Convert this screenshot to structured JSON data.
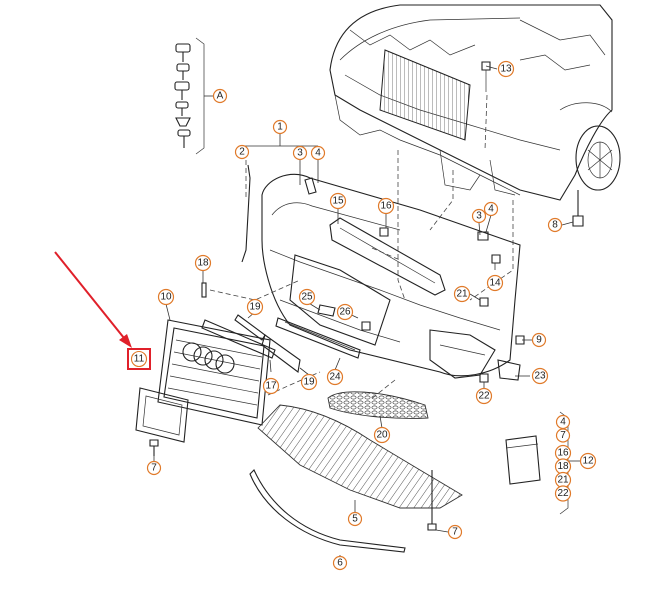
{
  "diagram": {
    "callouts": [
      {
        "id": "c1",
        "label": "1"
      },
      {
        "id": "c2",
        "label": "2"
      },
      {
        "id": "c3a",
        "label": "3"
      },
      {
        "id": "c4a",
        "label": "4"
      },
      {
        "id": "c3b",
        "label": "3"
      },
      {
        "id": "c4b",
        "label": "4"
      },
      {
        "id": "c5",
        "label": "5"
      },
      {
        "id": "c6",
        "label": "6"
      },
      {
        "id": "c7a",
        "label": "7"
      },
      {
        "id": "c7b",
        "label": "7"
      },
      {
        "id": "c8",
        "label": "8"
      },
      {
        "id": "c9",
        "label": "9"
      },
      {
        "id": "c10",
        "label": "10"
      },
      {
        "id": "c13",
        "label": "13"
      },
      {
        "id": "c14",
        "label": "14"
      },
      {
        "id": "c15",
        "label": "15"
      },
      {
        "id": "c16",
        "label": "16"
      },
      {
        "id": "c17",
        "label": "17"
      },
      {
        "id": "c18",
        "label": "18"
      },
      {
        "id": "c19a",
        "label": "19"
      },
      {
        "id": "c19b",
        "label": "19"
      },
      {
        "id": "c20",
        "label": "20"
      },
      {
        "id": "c21",
        "label": "21"
      },
      {
        "id": "c22",
        "label": "22"
      },
      {
        "id": "c23",
        "label": "23"
      },
      {
        "id": "c24",
        "label": "24"
      },
      {
        "id": "c25",
        "label": "25"
      },
      {
        "id": "c26",
        "label": "26"
      },
      {
        "id": "cA",
        "label": "A"
      }
    ],
    "highlighted_callout": {
      "label": "11"
    },
    "bag_group": {
      "labels": [
        "4",
        "7",
        "16",
        "18",
        "21",
        "22"
      ],
      "group_label": "12"
    }
  }
}
